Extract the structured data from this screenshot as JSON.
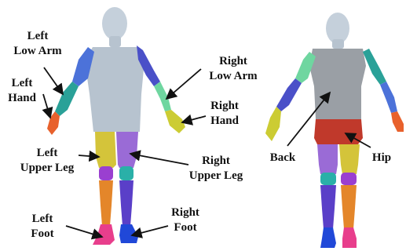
{
  "labels": {
    "left_low_arm": [
      "Left",
      "Low Arm"
    ],
    "left_hand": [
      "Left",
      "Hand"
    ],
    "left_upper_leg": [
      "Left",
      "Upper Leg"
    ],
    "left_foot": [
      "Left",
      "Foot"
    ],
    "right_low_arm": [
      "Right",
      "Low Arm"
    ],
    "right_hand": [
      "Right",
      "Hand"
    ],
    "right_upper_leg": [
      "Right",
      "Upper Leg"
    ],
    "right_foot": [
      "Right",
      "Foot"
    ],
    "back": "Back",
    "hip": "Hip"
  },
  "part_colors": {
    "body": "#b7c3cf",
    "head": "#c5d0db",
    "back": "#9a9fa5",
    "hip": "#c0392b",
    "left_upper_arm": "#4c72d9",
    "left_low_arm": "#2aa198",
    "left_hand": "#e8612c",
    "right_upper_arm": "#4a50c8",
    "right_low_arm": "#6fd6a0",
    "right_hand": "#cccc33",
    "left_upper_leg": "#d4c43a",
    "left_knee": "#9a3fd0",
    "left_low_leg": "#e4862a",
    "left_foot": "#e83e8c",
    "right_upper_leg": "#9a6bd6",
    "right_knee": "#2ab0a8",
    "right_low_leg": "#5a3fc8",
    "right_foot": "#2048d8"
  }
}
